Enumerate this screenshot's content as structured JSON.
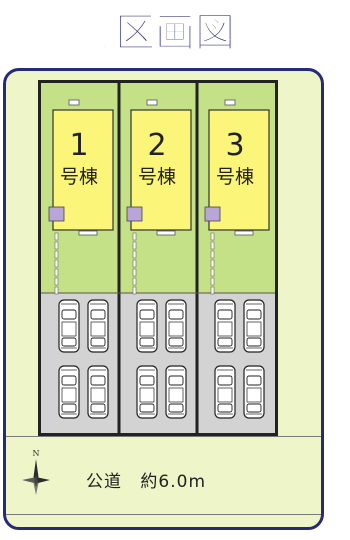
{
  "title": "《区画図》",
  "colors": {
    "title_fill": "#2a2c78",
    "frame_border": "#272b75",
    "frame_bg": "#eef5c8",
    "lot_green": "#c5e187",
    "house_yellow": "#fbf57a",
    "porch_purple": "#b8a6d8",
    "parking_gray": "#d3d3d3"
  },
  "buildings": [
    {
      "number": "1",
      "label": "号棟"
    },
    {
      "number": "2",
      "label": "号棟"
    },
    {
      "number": "3",
      "label": "号棟"
    }
  ],
  "compass": {
    "north_label": "N"
  },
  "road": {
    "name": "公道",
    "width_text": "約6.0m"
  }
}
